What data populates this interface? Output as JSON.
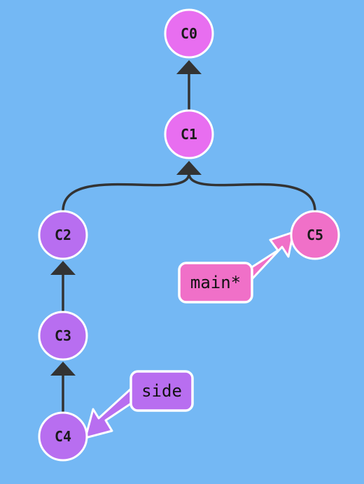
{
  "colors": {
    "background": "#74b8f4",
    "edge": "#333333",
    "node_stroke": "#ffffff",
    "main_branch": "#f070c8",
    "side_branch": "#b86ef0",
    "tip_commit": "#f070c8",
    "side_commit": "#b86ef0",
    "upper_commit": "#e86ef0"
  },
  "commits": [
    {
      "id": "C0",
      "label": "C0",
      "color": "#e86ef0"
    },
    {
      "id": "C1",
      "label": "C1",
      "color": "#e86ef0",
      "parent": "C0"
    },
    {
      "id": "C2",
      "label": "C2",
      "color": "#b86ef0",
      "parent": "C1"
    },
    {
      "id": "C3",
      "label": "C3",
      "color": "#b86ef0",
      "parent": "C2"
    },
    {
      "id": "C4",
      "label": "C4",
      "color": "#b86ef0",
      "parent": "C3"
    },
    {
      "id": "C5",
      "label": "C5",
      "color": "#f070c8",
      "parent": "C1"
    }
  ],
  "branches": [
    {
      "name": "main",
      "label": "main*",
      "target": "C5",
      "color": "#f070c8",
      "checked_out": true
    },
    {
      "name": "side",
      "label": "side",
      "target": "C4",
      "color": "#b86ef0",
      "checked_out": false
    }
  ]
}
